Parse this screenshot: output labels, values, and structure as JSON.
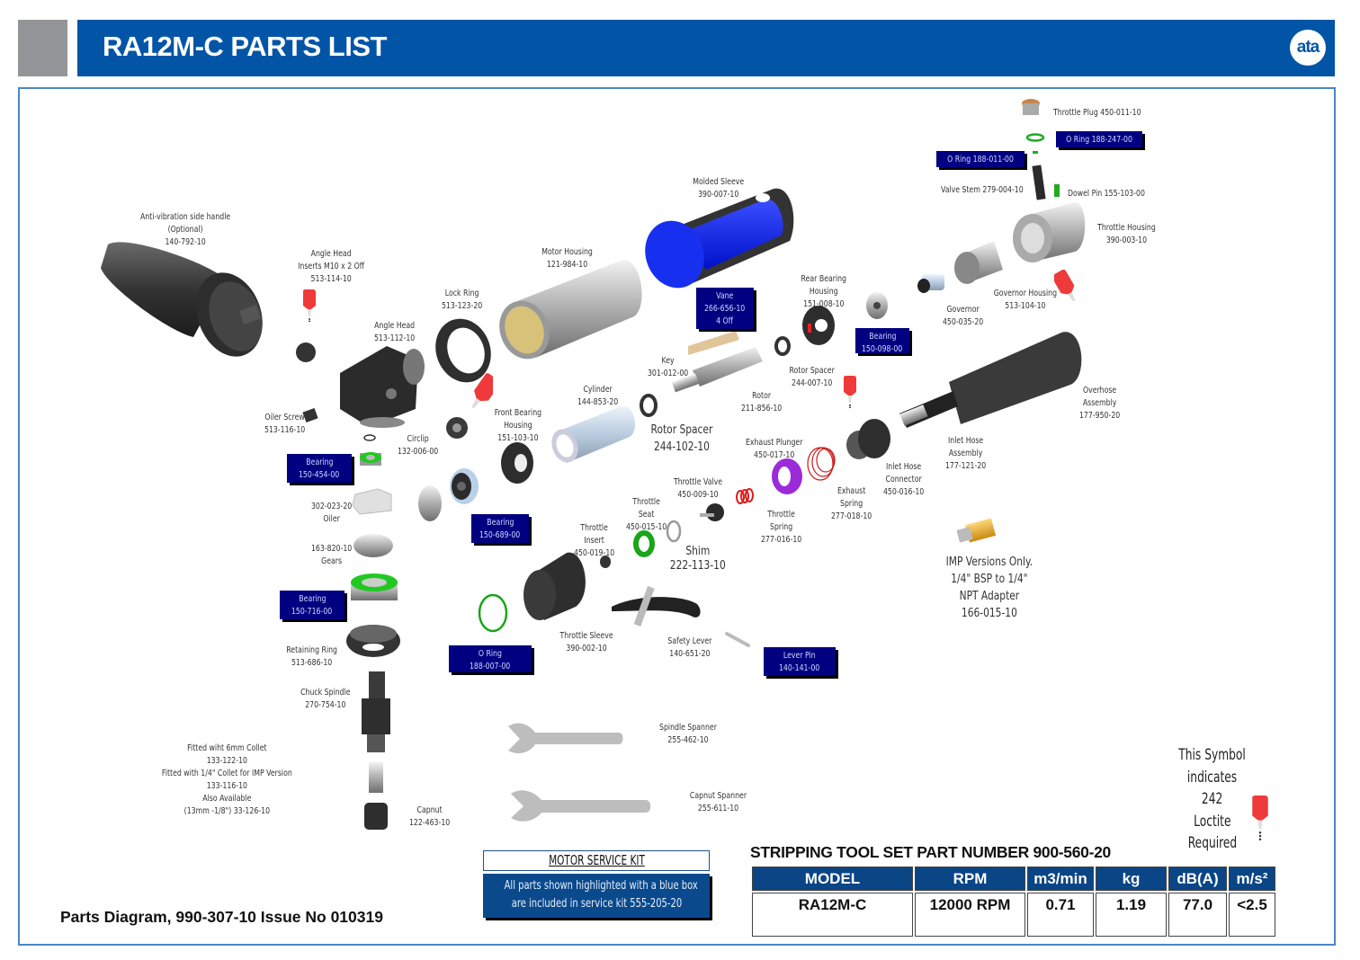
{
  "header": {
    "title": "RA12M-C PARTS LIST",
    "logo_text": "ata"
  },
  "parts": {
    "throttle_plug": "Throttle Plug 450-011-10",
    "o_ring_247": "O Ring 188-247-00",
    "o_ring_011": "O Ring 188-011-00",
    "valve_stem": "Valve Stem 279-004-10",
    "dowel_pin": "Dowel Pin  155-103-00",
    "throttle_housing": [
      "Throttle Housing",
      "390-003-10"
    ],
    "molded_sleeve": [
      "Molded Sleeve",
      "390-007-10"
    ],
    "side_handle": [
      "Anti-vibration side handle",
      "(Optional)",
      "140-792-10"
    ],
    "angle_head_inserts": [
      "Angle Head",
      "Inserts M10 x 2 Off",
      "513-114-10"
    ],
    "motor_housing": [
      "Motor Housing",
      "121-984-10"
    ],
    "lock_ring": [
      "Lock Ring",
      "513-123-20"
    ],
    "angle_head": [
      "Angle Head",
      "513-112-10"
    ],
    "vane": [
      "Vane",
      "266-656-10",
      "4 Off"
    ],
    "rear_bearing_housing": [
      "Rear Bearing",
      "Housing",
      "151-008-10"
    ],
    "bearing_098": [
      "Bearing",
      "150-098-00"
    ],
    "governor": [
      "Governor",
      "450-035-20"
    ],
    "governor_housing": [
      "Governor Housing",
      "513-104-10"
    ],
    "key": [
      "Key",
      "301-012-00"
    ],
    "rotor_spacer_007": [
      "Rotor Spacer",
      "244-007-10"
    ],
    "rotor": [
      "Rotor",
      "211-856-10"
    ],
    "cylinder": [
      "Cylinder",
      "144-853-20"
    ],
    "rotor_spacer_102": [
      "Rotor Spacer",
      "244-102-10"
    ],
    "overhose": [
      "Overhose",
      "Assembly",
      "177-950-20"
    ],
    "oiler_screw": [
      "Oiler Screw",
      "513-116-10"
    ],
    "circlip": [
      "Circlip",
      "132-006-00"
    ],
    "front_bearing_housing": [
      "Front Bearing",
      "Housing",
      "151-103-10"
    ],
    "bearing_454": [
      "Bearing",
      "150-454-00"
    ],
    "exhaust_plunger": [
      "Exhaust Plunger",
      "450-017-10"
    ],
    "inlet_hose_assembly": [
      "Inlet Hose",
      "Assembly",
      "177-121-20"
    ],
    "inlet_hose_connector": [
      "Inlet Hose",
      "Connector",
      "450-016-10"
    ],
    "oiler": [
      "302-023-20",
      "Oiler"
    ],
    "throttle_valve": [
      "Throttle Valve",
      "450-009-10"
    ],
    "exhaust_spring": [
      "Exhaust",
      "Spring",
      "277-018-10"
    ],
    "bearing_689": [
      "Bearing",
      "150-689-00"
    ],
    "throttle_seat": [
      "Throttle",
      "Seat",
      "450-015-10"
    ],
    "throttle_spring": [
      "Throttle",
      "Spring",
      "277-016-10"
    ],
    "gears": [
      "163-820-10",
      "Gears"
    ],
    "throttle_insert": [
      "Throttle",
      "Insert",
      "450-019-10"
    ],
    "shim": [
      "Shim",
      "222-113-10"
    ],
    "imp_adapter": [
      "IMP Versions Only.",
      "1/4\" BSP to 1/4\"",
      "NPT Adapter",
      "166-015-10"
    ],
    "bearing_716": [
      "Bearing",
      "150-716-00"
    ],
    "o_ring_007": [
      "O Ring",
      "188-007-00"
    ],
    "throttle_sleeve": [
      "Throttle Sleeve",
      "390-002-10"
    ],
    "safety_lever": [
      "Safety Lever",
      "140-651-20"
    ],
    "lever_pin": [
      "Lever Pin",
      "140-141-00"
    ],
    "retaining_ring": [
      "Retaining Ring",
      "513-686-10"
    ],
    "chuck_spindle": [
      "Chuck Spindle",
      "270-754-10"
    ],
    "collet": [
      "Fitted wiht 6mm Collet",
      "133-122-10",
      "Fitted with 1/4\" Collet for IMP Version",
      "133-116-10",
      "Also Available",
      "(13mm -1/8\") 33-126-10"
    ],
    "capnut": [
      "Capnut",
      "122-463-10"
    ],
    "spindle_spanner": [
      "Spindle Spanner",
      "255-462-10"
    ],
    "capnut_spanner": [
      "Capnut Spanner",
      "255-611-10"
    ]
  },
  "loctite_legend": [
    "This Symbol",
    "indicates",
    "242",
    "Loctite",
    "Required"
  ],
  "motor_service_kit": {
    "title": "MOTOR SERVICE KIT",
    "lines": [
      "All parts shown highlighted with a blue box",
      "are included in service kit 555-205-20"
    ]
  },
  "footer": {
    "diagram_ref": "Parts Diagram, 990-307-10 Issue No 010319"
  },
  "spec": {
    "title": "STRIPPING TOOL SET PART NUMBER 900-560-20",
    "headers": [
      "MODEL",
      "RPM",
      "m3/min",
      "kg",
      "dB(A)",
      "m/s²"
    ],
    "row": [
      "RA12M-C",
      "12000 RPM",
      "0.71",
      "1.19",
      "77.0",
      "<2.5"
    ]
  },
  "colors": {
    "header_blue": "#0255a6",
    "kit_box": "#000080",
    "table_header": "#0a4585",
    "loctite_red": "#e8242b"
  }
}
